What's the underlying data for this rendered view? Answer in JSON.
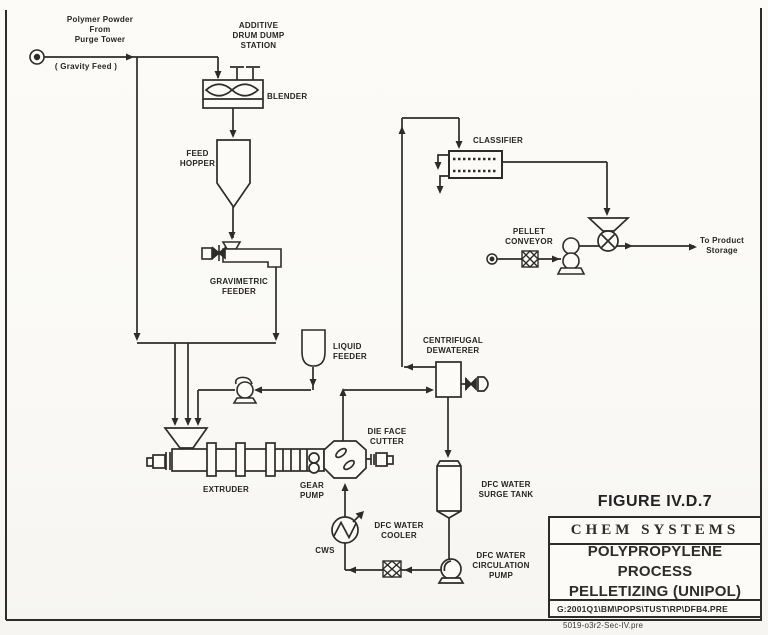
{
  "figure_label": "FIGURE IV.D.7",
  "title_block": {
    "company": "CHEM SYSTEMS",
    "drawing_title": "POLYPROPYLENE PROCESS\nPELLETIZING (UNIPOL)",
    "file_path": "G:2001Q1\\BM\\POPS\\TUST\\RP\\DFB4.PRE",
    "doc_ref": "5019-o3r2-Sec-IV.pre"
  },
  "streams": {
    "polymer_feed": "Polymer Powder\nFrom\nPurge Tower",
    "gravity_feed": "( Gravity Feed )",
    "to_product_storage": "To Product\nStorage",
    "cws": "CWS"
  },
  "equipment": {
    "additive_station": "ADDITIVE\nDRUM DUMP\nSTATION",
    "blender": "BLENDER",
    "feed_hopper": "FEED\nHOPPER",
    "gravimetric_feeder": "GRAVIMETRIC\nFEEDER",
    "liquid_feeder": "LIQUID\nFEEDER",
    "extruder": "EXTRUDER",
    "gear_pump": "GEAR\nPUMP",
    "die_face_cutter": "DIE FACE\nCUTTER",
    "centrifugal_dewaterer": "CENTRIFUGAL\nDEWATERER",
    "classifier": "CLASSIFIER",
    "pellet_conveyor": "PELLET\nCONVEYOR",
    "dfc_water_surge_tank": "DFC WATER\nSURGE TANK",
    "dfc_water_cooler": "DFC WATER\nCOOLER",
    "dfc_water_circulation_pump": "DFC WATER\nCIRCULATION\nPUMP"
  },
  "colors": {
    "ink": "#2d2c2a",
    "paper": "#fcfbf8"
  }
}
